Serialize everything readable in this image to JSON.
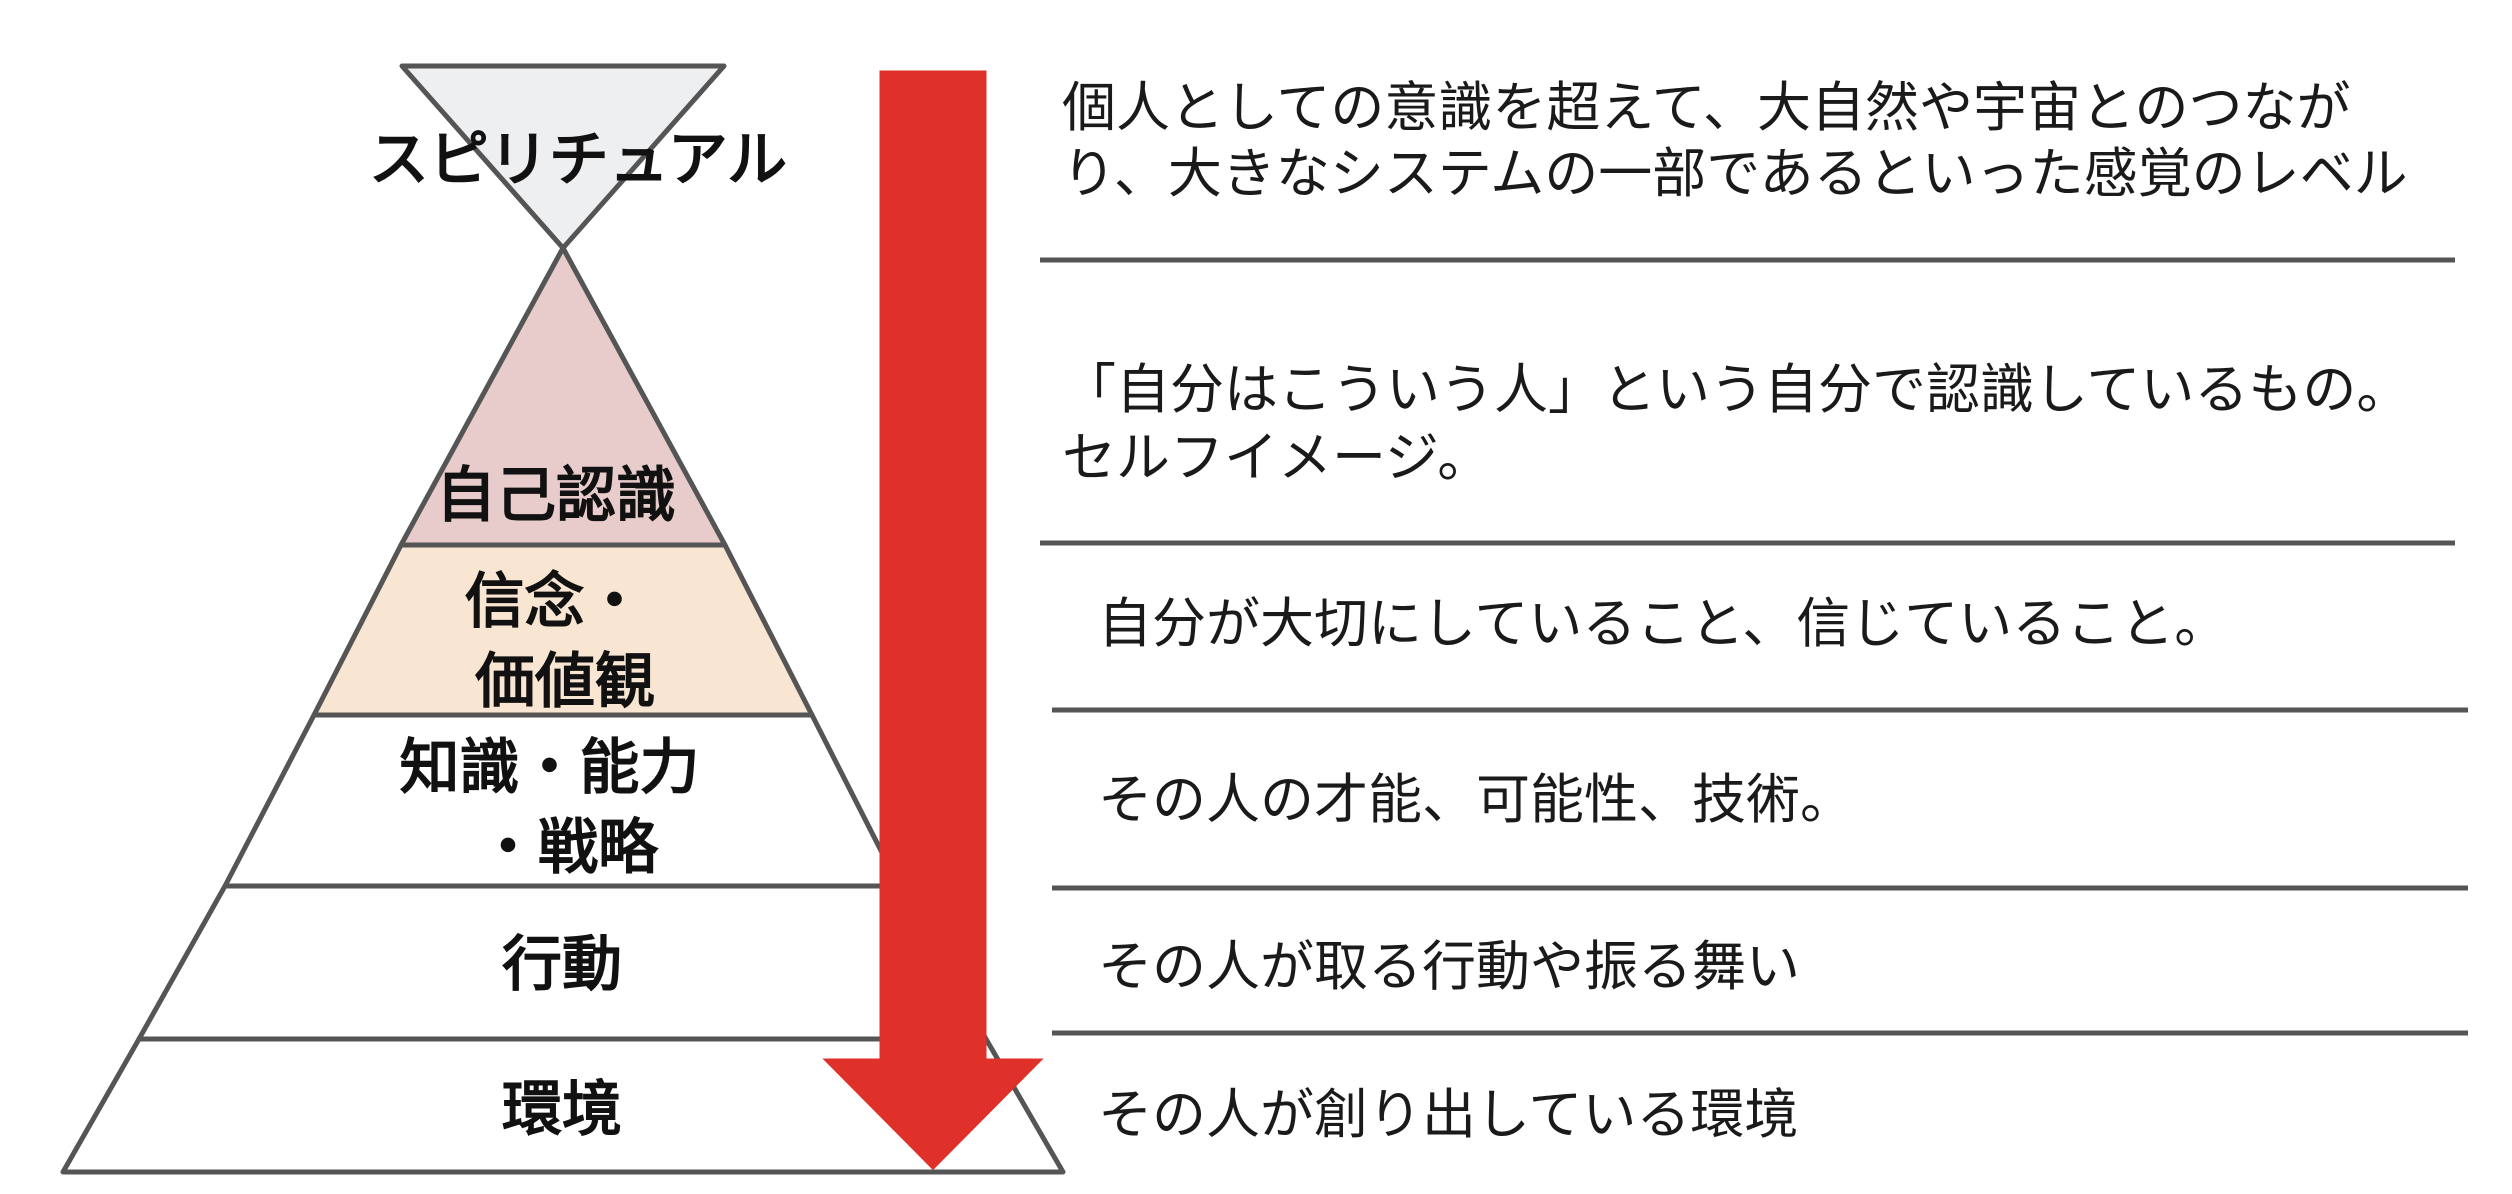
{
  "levels": [
    {
      "label_lines": [
        "スピリチュアル"
      ],
      "description_lines": [
        "個人としての意識を超えて、大自然や宇宙とのつなが",
        "り、大きなシステムの一部であるといった感覚のレベル"
      ]
    },
    {
      "label_lines": [
        "自己認識"
      ],
      "description_lines": [
        "「自分はこういう人」という自分で認識しているもの。",
        "セルフイメージ。"
      ]
    },
    {
      "label_lines": [
        "信念・",
        "価値観"
      ],
      "description_lines": [
        "自分が大切にしていること、信じていること。"
      ]
    },
    {
      "label_lines": [
        "知識・能力",
        "・戦略"
      ],
      "description_lines": [
        "その人の才能、可能性、技術。"
      ]
    },
    {
      "label_lines": [
        "行動"
      ],
      "description_lines": [
        "その人が取る行動や振る舞い"
      ]
    },
    {
      "label_lines": [
        "環境"
      ],
      "description_lines": [
        "その人が創り出している環境"
      ]
    }
  ],
  "colors": {
    "outline": "#555555",
    "spiritual_fill": "#eeeff1",
    "self_awareness_fill": "#e8cccc",
    "beliefs_fill": "#f8e5d2",
    "plain_fill": "#ffffff",
    "arrow": "#e0302a",
    "divider": "#555555"
  }
}
